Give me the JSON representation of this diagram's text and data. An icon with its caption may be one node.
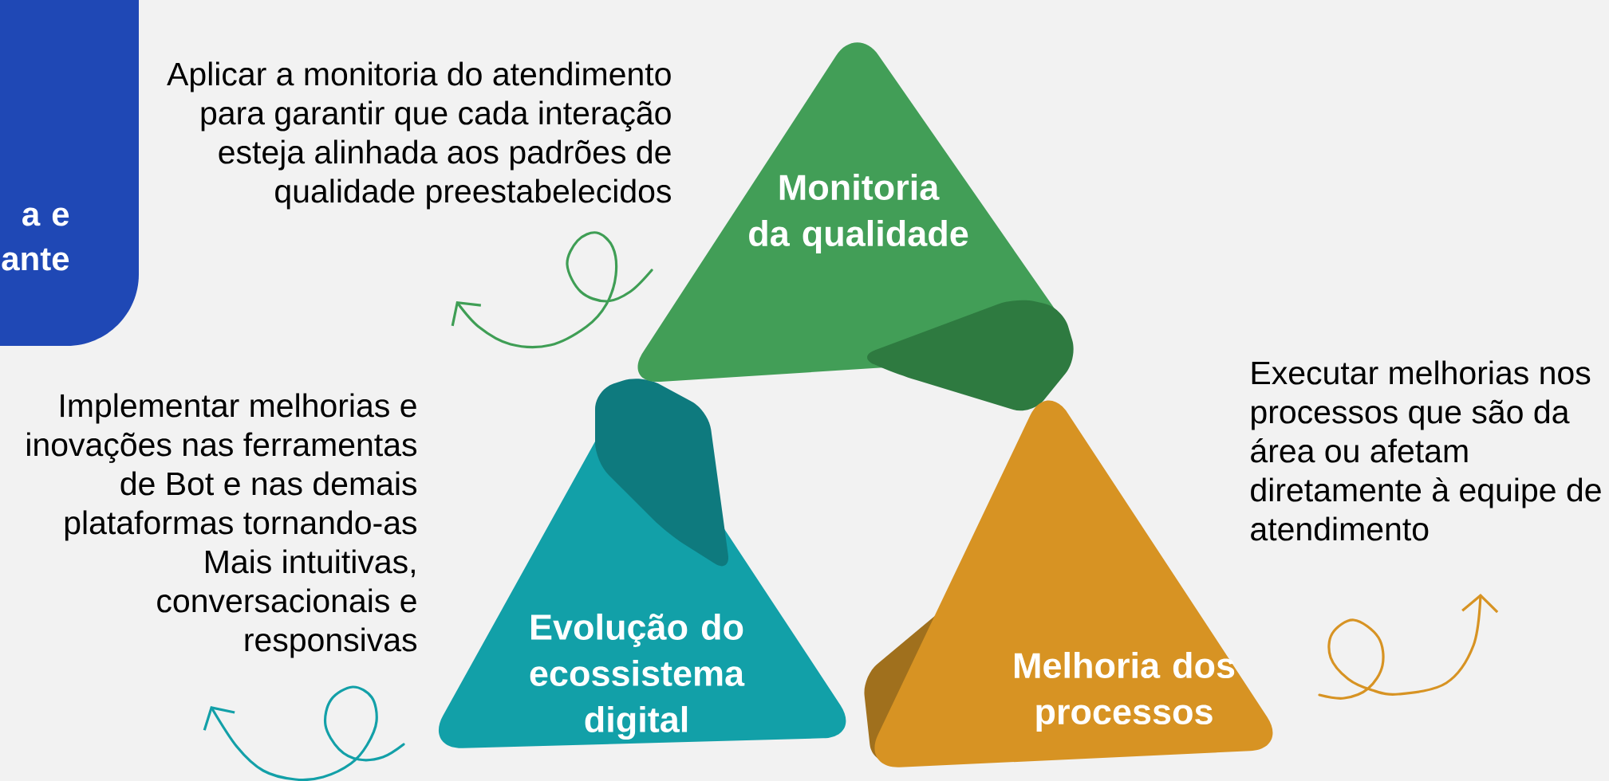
{
  "diagram": {
    "nodes": [
      {
        "text": [
          "a e ante"
        ]
      },
      {
        "text": [
          "Monitoria da qualidade"
        ],
        "beside": [
          "Aplicar a monitoria do atendimento para garantir que cada interação esteja alinhada aos padrões de qualidade preestabelecidos"
        ]
      },
      {
        "text": [
          "Evolução do ecossistema digital"
        ],
        "beside": [
          "Implementar melhorias e inovações nas ferramentas de Bot e nas demais plataformas tornando-as Mais intuitivas, conversacionais e responsivas"
        ]
      },
      {
        "text": [
          "Melhoria dos processos"
        ],
        "beside": [
          "Executar melhorias nos processos que são da área ou afetam diretamente à equipe de atendimento"
        ]
      }
    ],
    "edges": [
      {
        "from": 1,
        "to": null,
        "arrow": "to",
        "color": "#3f9e55"
      },
      {
        "from": 2,
        "to": null,
        "arrow": "to",
        "color": "#13a0a8"
      },
      {
        "from": null,
        "to": 3,
        "arrow": "to",
        "color": "#d79323"
      }
    ]
  }
}
